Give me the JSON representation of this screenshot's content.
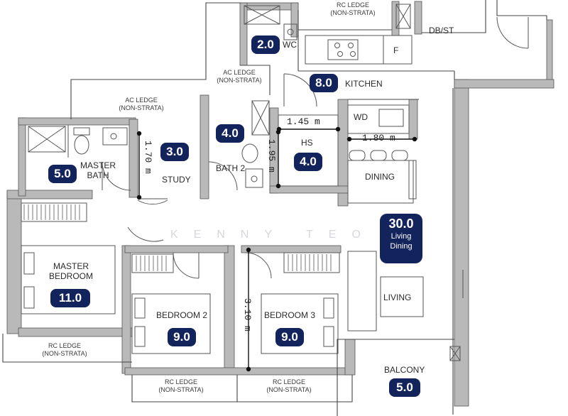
{
  "rooms": {
    "wc": {
      "label": "WC",
      "area": "2.0"
    },
    "kitchen": {
      "label": "KITCHEN",
      "area": "8.0"
    },
    "master_bath": {
      "label_1": "MASTER",
      "label_2": "BATH",
      "area": "5.0"
    },
    "study": {
      "label": "STUDY",
      "area": "3.0"
    },
    "bath2": {
      "label": "BATH 2",
      "area": "4.0"
    },
    "hs": {
      "label": "HS",
      "area": "4.0"
    },
    "dining": {
      "label": "DINING"
    },
    "living_dining": {
      "area": "30.0",
      "line_1": "Living",
      "line_2": "Dining"
    },
    "living": {
      "label": "LIVING"
    },
    "master_bedroom": {
      "label_1": "MASTER",
      "label_2": "BEDROOM",
      "area": "11.0"
    },
    "bedroom2": {
      "label": "BEDROOM 2",
      "area": "9.0"
    },
    "bedroom3": {
      "label": "BEDROOM 3",
      "area": "9.0"
    },
    "balcony": {
      "label": "BALCONY",
      "area": "5.0"
    }
  },
  "ledges": {
    "rc_top": {
      "line_1": "RC LEDGE",
      "line_2": "(NON-STRATA)"
    },
    "ac_upper": {
      "line_1": "AC LEDGE",
      "line_2": "(NON-STRATA)"
    },
    "ac_left": {
      "line_1": "AC LEDGE",
      "line_2": "(NON-STRATA)"
    },
    "rc_left_bottom": {
      "line_1": "RC LEDGE",
      "line_2": "(NON-STRATA)"
    },
    "rc_bed2": {
      "line_1": "RC LEDGE",
      "line_2": "(NON-STRATA)"
    },
    "rc_bed3": {
      "line_1": "RC LEDGE",
      "line_2": "(NON-STRATA)"
    }
  },
  "dimensions": {
    "hs_width": "1.45 m",
    "hs_depth": "1.95 m",
    "dining_width": "1.80 m",
    "study_depth": "1.70 m",
    "bedroom3_depth": "3.10 m"
  },
  "fixtures": {
    "db_st": "DB/ST",
    "fridge": "F",
    "washer": "WD"
  },
  "watermark": "KENNY TEO",
  "colors": {
    "badge": "#13245c",
    "wall": "#b9b9b9",
    "wall_edge": "#555555",
    "line": "#444444"
  }
}
